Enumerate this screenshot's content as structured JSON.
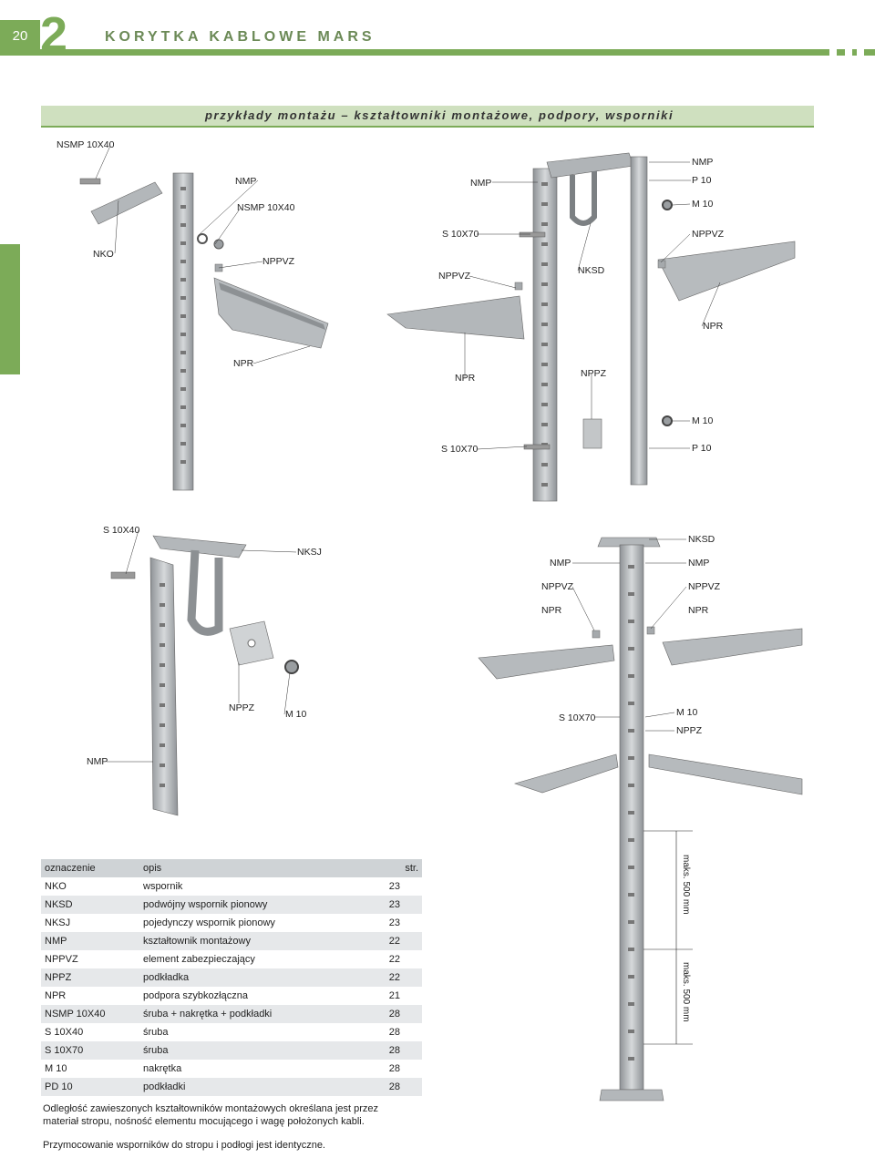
{
  "header": {
    "page_number": "20",
    "chapter_number": "2",
    "title": "KORYTKA KABLOWE MARS"
  },
  "banner": {
    "text": "przykłady montażu – kształtowniki montażowe, podpory, wsporniki"
  },
  "labels": {
    "fig1": [
      "NSMP 10X40",
      "NMP",
      "NSMP 10X40",
      "NKO",
      "NPPVZ",
      "NPR"
    ],
    "fig2": [
      "NMP",
      "S 10X70",
      "NPPVZ",
      "NPR",
      "NPPZ",
      "S 10X70",
      "NKSD"
    ],
    "fig3": [
      "NMP",
      "P 10",
      "M 10",
      "NPPVZ",
      "NPR",
      "M 10",
      "P 10"
    ],
    "fig4": [
      "S 10X40",
      "NKSJ",
      "NPPZ",
      "M 10",
      "NMP"
    ],
    "fig5": [
      "NKSD",
      "NMP",
      "NMP",
      "NPPVZ",
      "NPPVZ",
      "NPR",
      "NPR",
      "S 10X70",
      "M 10",
      "NPPZ"
    ]
  },
  "dimensions": [
    "maks. 500 mm",
    "maks. 500 mm"
  ],
  "table": {
    "headers": [
      "oznaczenie",
      "opis",
      "str."
    ],
    "rows": [
      [
        "NKO",
        "wspornik",
        "23"
      ],
      [
        "NKSD",
        "podwójny wspornik pionowy",
        "23"
      ],
      [
        "NKSJ",
        "pojedynczy wspornik pionowy",
        "23"
      ],
      [
        "NMP",
        "kształtownik montażowy",
        "22"
      ],
      [
        "NPPVZ",
        "element zabezpieczający",
        "22"
      ],
      [
        "NPPZ",
        "podkładka",
        "22"
      ],
      [
        "NPR",
        "podpora szybkozłączna",
        "21"
      ],
      [
        "NSMP 10X40",
        "śruba + nakrętka + podkładki",
        "28"
      ],
      [
        "S 10X40",
        "śruba",
        "28"
      ],
      [
        "S 10X70",
        "śruba",
        "28"
      ],
      [
        "M 10",
        "nakrętka",
        "28"
      ],
      [
        "PD 10",
        "podkładki",
        "28"
      ]
    ]
  },
  "notes": [
    "Odległość zawieszonych kształtowników montażowych określana jest przez",
    "materiał stropu, nośność elementu mocującego i wagę położonych kabli.",
    "Przymocowanie wsporników do stropu i podłogi jest identyczne."
  ],
  "colors": {
    "accent": "#7cab58",
    "banner": "#cfe0bf",
    "metal": "#b3b7ba"
  }
}
